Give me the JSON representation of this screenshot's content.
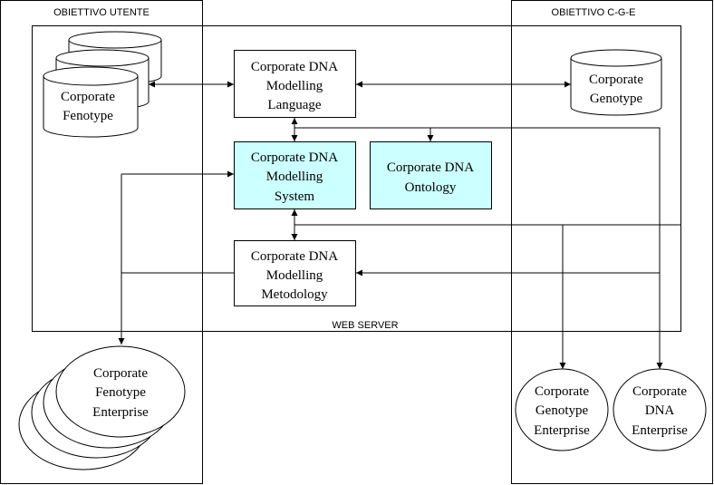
{
  "zones": {
    "left_title": "OBIETTIVO UTENTE",
    "right_title": "OBIETTIVO C-G-E",
    "center_label": "WEB SERVER"
  },
  "nodes": {
    "fenotype_db": [
      "Corporate",
      "Fenotype"
    ],
    "genotype_db": [
      "Corporate",
      "Genotype"
    ],
    "language": [
      "Corporate DNA",
      "Modelling",
      "Language"
    ],
    "system": [
      "Corporate DNA",
      "Modelling",
      "System"
    ],
    "ontology": [
      "Corporate DNA",
      "Ontology"
    ],
    "methodology": [
      "Corporate DNA",
      "Modelling",
      "Metodology"
    ],
    "fenotype_enterprise": [
      "Corporate",
      "Fenotype",
      "Enterprise"
    ],
    "genotype_enterprise": [
      "Corporate",
      "Genotype",
      "Enterprise"
    ],
    "dna_enterprise": [
      "Corporate",
      "DNA",
      "Enterprise"
    ]
  },
  "colors": {
    "highlight_fill": "#ccffff",
    "line": "#000000"
  }
}
